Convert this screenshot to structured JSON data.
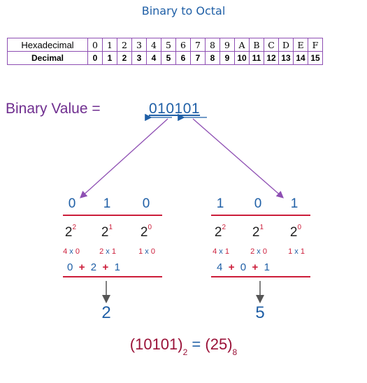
{
  "title": "Binary to Octal",
  "table": {
    "rows": [
      {
        "label": "Hexadecimal",
        "cells": [
          "0",
          "1",
          "2",
          "3",
          "4",
          "5",
          "6",
          "7",
          "8",
          "9",
          "A",
          "B",
          "C",
          "D",
          "E",
          "F"
        ]
      },
      {
        "label": "Decimal",
        "cells": [
          "0",
          "1",
          "2",
          "3",
          "4",
          "5",
          "6",
          "7",
          "8",
          "9",
          "10",
          "11",
          "12",
          "13",
          "14",
          "15"
        ]
      }
    ]
  },
  "binary_label": "Binary Value =",
  "binary_value": "010101",
  "groups": [
    {
      "digits": [
        "0",
        "1",
        "0"
      ],
      "powers": [
        {
          "base": "2",
          "exp": "2"
        },
        {
          "base": "2",
          "exp": "1"
        },
        {
          "base": "2",
          "exp": "0"
        }
      ],
      "mults": [
        {
          "a": "4",
          "b": "0"
        },
        {
          "a": "2",
          "b": "1"
        },
        {
          "a": "1",
          "b": "0"
        }
      ],
      "sums": [
        "0",
        "2",
        "1"
      ],
      "result": "2"
    },
    {
      "digits": [
        "1",
        "0",
        "1"
      ],
      "powers": [
        {
          "base": "2",
          "exp": "2"
        },
        {
          "base": "2",
          "exp": "1"
        },
        {
          "base": "2",
          "exp": "0"
        }
      ],
      "mults": [
        {
          "a": "4",
          "b": "1"
        },
        {
          "a": "2",
          "b": "0"
        },
        {
          "a": "1",
          "b": "1"
        }
      ],
      "sums": [
        "4",
        "0",
        "1"
      ],
      "result": "5"
    }
  ],
  "final": {
    "binary": "10101",
    "binary_base": "2",
    "equals": "=",
    "octal": "25",
    "octal_base": "8"
  },
  "colors": {
    "blue": "#1f5fa6",
    "red": "#cc1d3a",
    "purple": "#8e4fb3",
    "maroon": "#9a1238"
  }
}
